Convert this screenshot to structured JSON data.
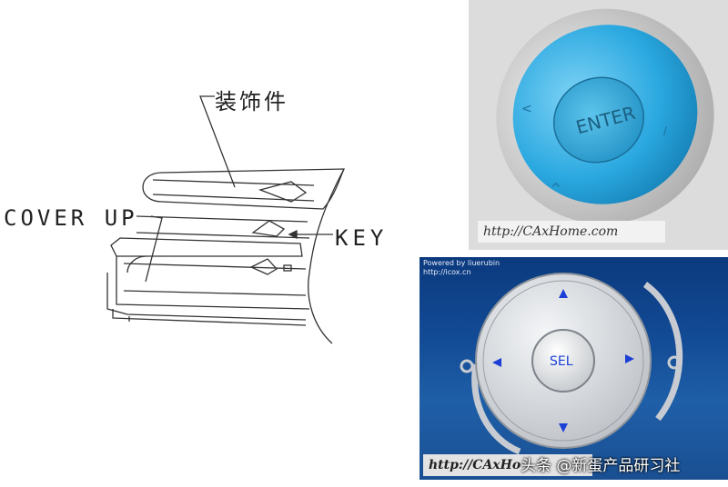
{
  "drawing": {
    "trim_label": "装饰件",
    "cover_label": "COVER UP",
    "key_label": "KEY"
  },
  "top_render": {
    "button_text": "ENTER",
    "url": "http://CAxHome.com",
    "colors": {
      "ring": "#2aa8e0",
      "bezel": "#c9c9c9",
      "background": "#dcdcdc"
    }
  },
  "bottom_render": {
    "credit_line_1": "Powered by liuerubin",
    "credit_line_2": "http://icox.cn",
    "button_text": "SEL",
    "url": "http://CAxHo",
    "colors": {
      "arrow": "#1c3fd6",
      "background": "#174a90",
      "disk": "#d4d8de"
    }
  },
  "watermark": "头条 @新蛋产品研习社"
}
